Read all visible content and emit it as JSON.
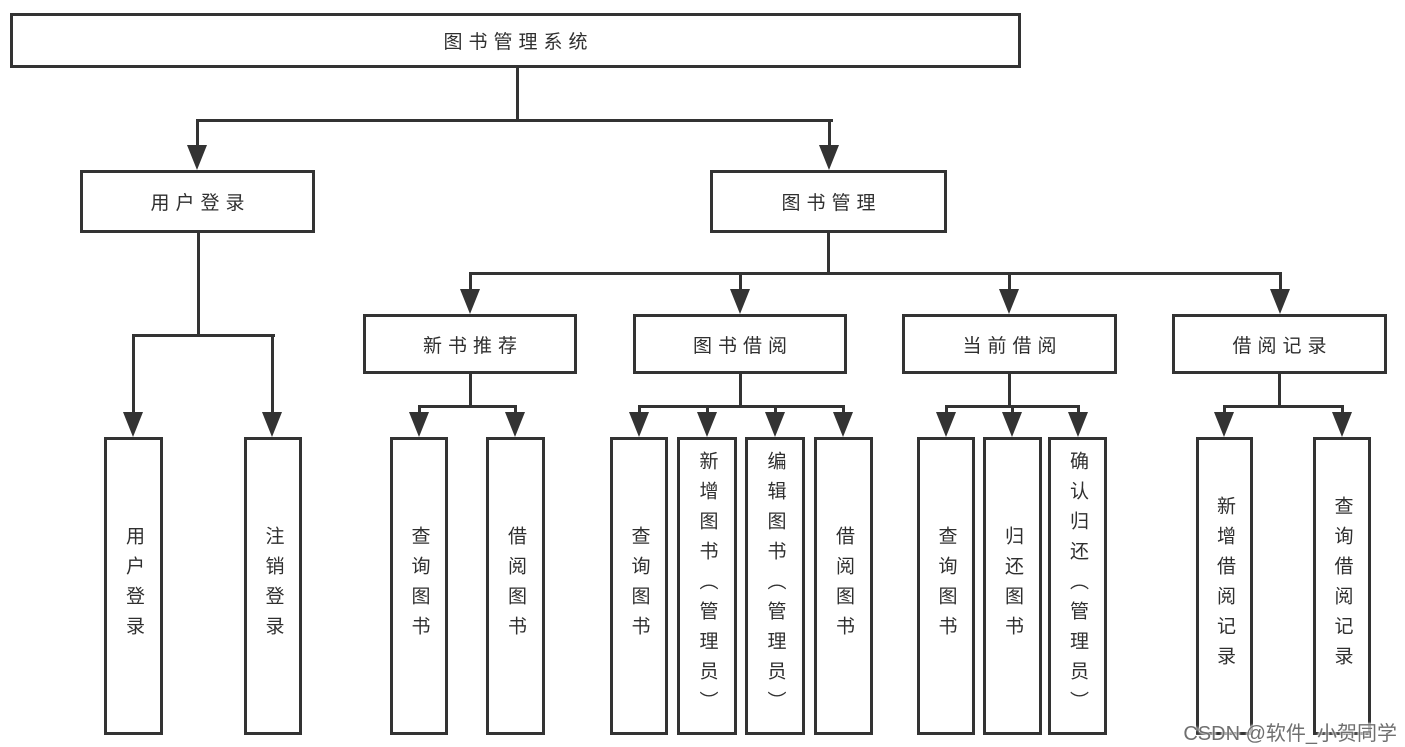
{
  "diagram_title": "图书管理系统",
  "watermark": "CSDN @软件_小贺同学",
  "colors": {
    "line": "#333333",
    "box_border": "#333333",
    "text": "#2f2f2f",
    "watermark": "#6f6f6f",
    "background": "#ffffff"
  },
  "tree": {
    "root": "图书管理系统",
    "branches": [
      {
        "label": "用户登录",
        "children": [
          "用户登录",
          "注销登录"
        ]
      },
      {
        "label": "图书管理",
        "groups": [
          {
            "label": "新书推荐",
            "children": [
              "查询图书",
              "借阅图书"
            ]
          },
          {
            "label": "图书借阅",
            "children": [
              "查询图书",
              "新增图书（管理员）",
              "编辑图书（管理员）",
              "借阅图书"
            ]
          },
          {
            "label": "当前借阅",
            "children": [
              "查询图书",
              "归还图书",
              "确认归还（管理员）"
            ]
          },
          {
            "label": "借阅记录",
            "children": [
              "新增借阅记录",
              "查询借阅记录"
            ]
          }
        ]
      }
    ]
  }
}
